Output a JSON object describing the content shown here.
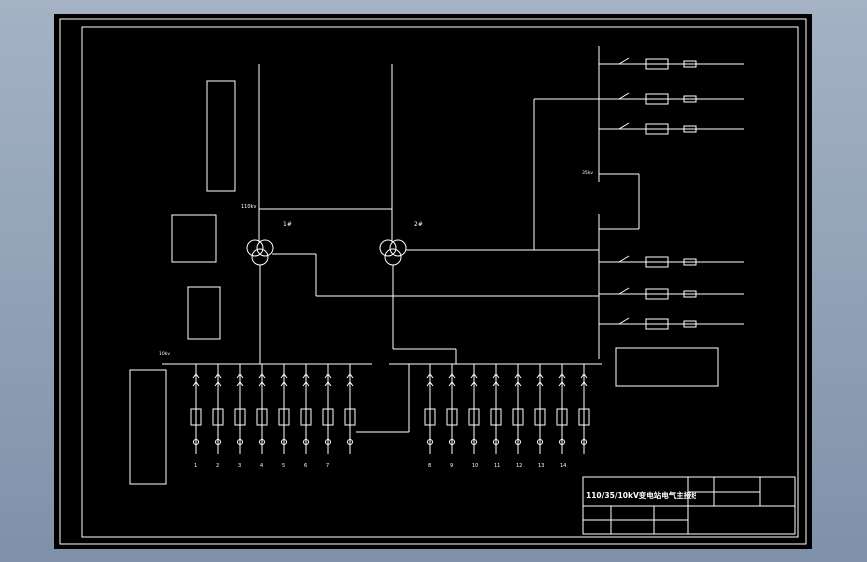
{
  "drawing": {
    "title": "110/35/10kV变电站电气主接线",
    "bus_110": "110kv",
    "bus_10": "10kv",
    "bus_35": "35kv",
    "transformer_1": "1#",
    "transformer_2": "2#",
    "feeder_numbers": [
      "1",
      "2",
      "3",
      "4",
      "5",
      "6",
      "7",
      "8",
      "9",
      "10",
      "11",
      "12",
      "13",
      "14"
    ]
  },
  "colors": {
    "background": "#000000",
    "frame": "#ffffff",
    "window": "#8e9fb5"
  },
  "icons": [
    "isolator-switch-icon",
    "current-transformer-icon",
    "power-transformer-icon",
    "arrester-icon",
    "cable-head-icon"
  ]
}
